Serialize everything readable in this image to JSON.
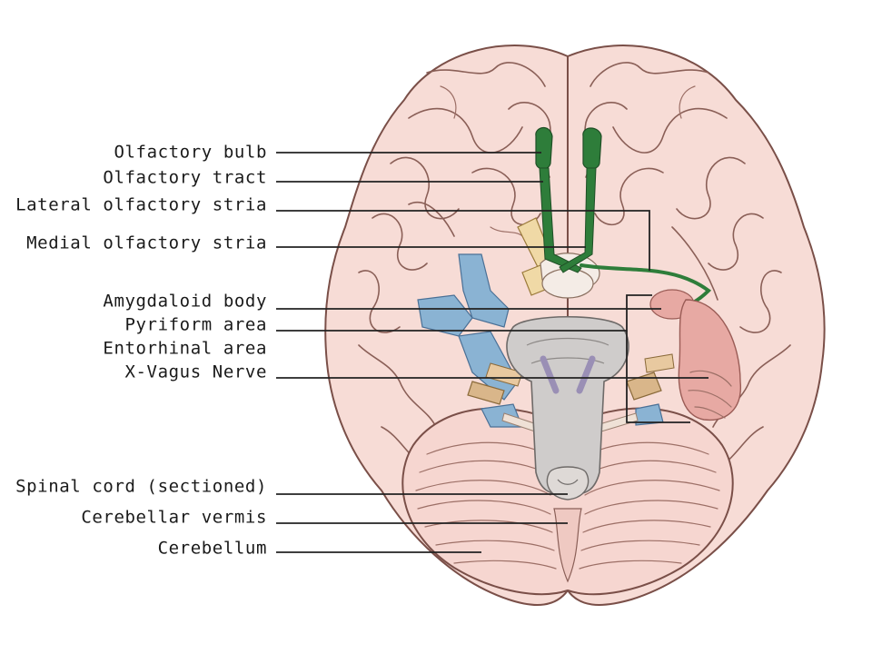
{
  "labels": {
    "olfactory_bulb": "Olfactory bulb",
    "olfactory_tract": "Olfactory tract",
    "lateral_olfactory_stria": "Lateral olfactory stria",
    "medial_olfactory_stria": "Medial olfactory stria",
    "amygdaloid_body": "Amygdaloid body",
    "pyriform_area": "Pyriform area",
    "entorhinal_area": "Entorhinal area",
    "vagus_nerve": "X-Vagus Nerve",
    "spinal_cord": "Spinal cord (sectioned)",
    "cerebellar_vermis": "Cerebellar vermis",
    "cerebellum": "Cerebellum"
  },
  "colors": {
    "cortex": "#f7dcd6",
    "gyrus_line": "#8a5f57",
    "olfactory": "#2e7d3a",
    "amygdala": "#e7a9a3",
    "brainstem": "#cfcccb",
    "vessels": "#8ab3d3",
    "nerves": "#f0d9a6"
  }
}
